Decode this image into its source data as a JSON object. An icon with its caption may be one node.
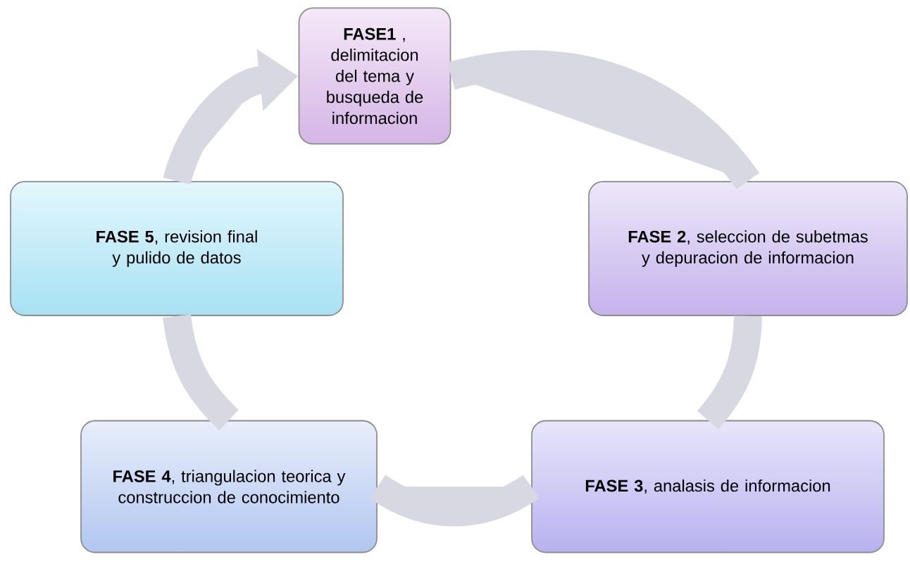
{
  "diagram": {
    "nodes": [
      {
        "text": [
          "**FASE1** , delimitacion del tema y busqueda de informacion"
        ]
      },
      {
        "text": [
          "**FASE 2**, seleccion de subetmas y depuracion de informacion"
        ]
      },
      {
        "text": [
          "**FASE 3**, analasis de informacion"
        ]
      },
      {
        "text": [
          "**FASE 4**, triangulacion teorica y construccion de conocimiento"
        ]
      },
      {
        "text": [
          "**FASE 5**, revision final y pulido de datos"
        ]
      }
    ],
    "edges": [
      {
        "from": 0,
        "to": 1,
        "arrow": "none"
      },
      {
        "from": 1,
        "to": 2,
        "arrow": "none"
      },
      {
        "from": 2,
        "to": 3,
        "arrow": "none"
      },
      {
        "from": 3,
        "to": 4,
        "arrow": "none"
      },
      {
        "from": 4,
        "to": 0,
        "arrow": "to"
      }
    ]
  }
}
